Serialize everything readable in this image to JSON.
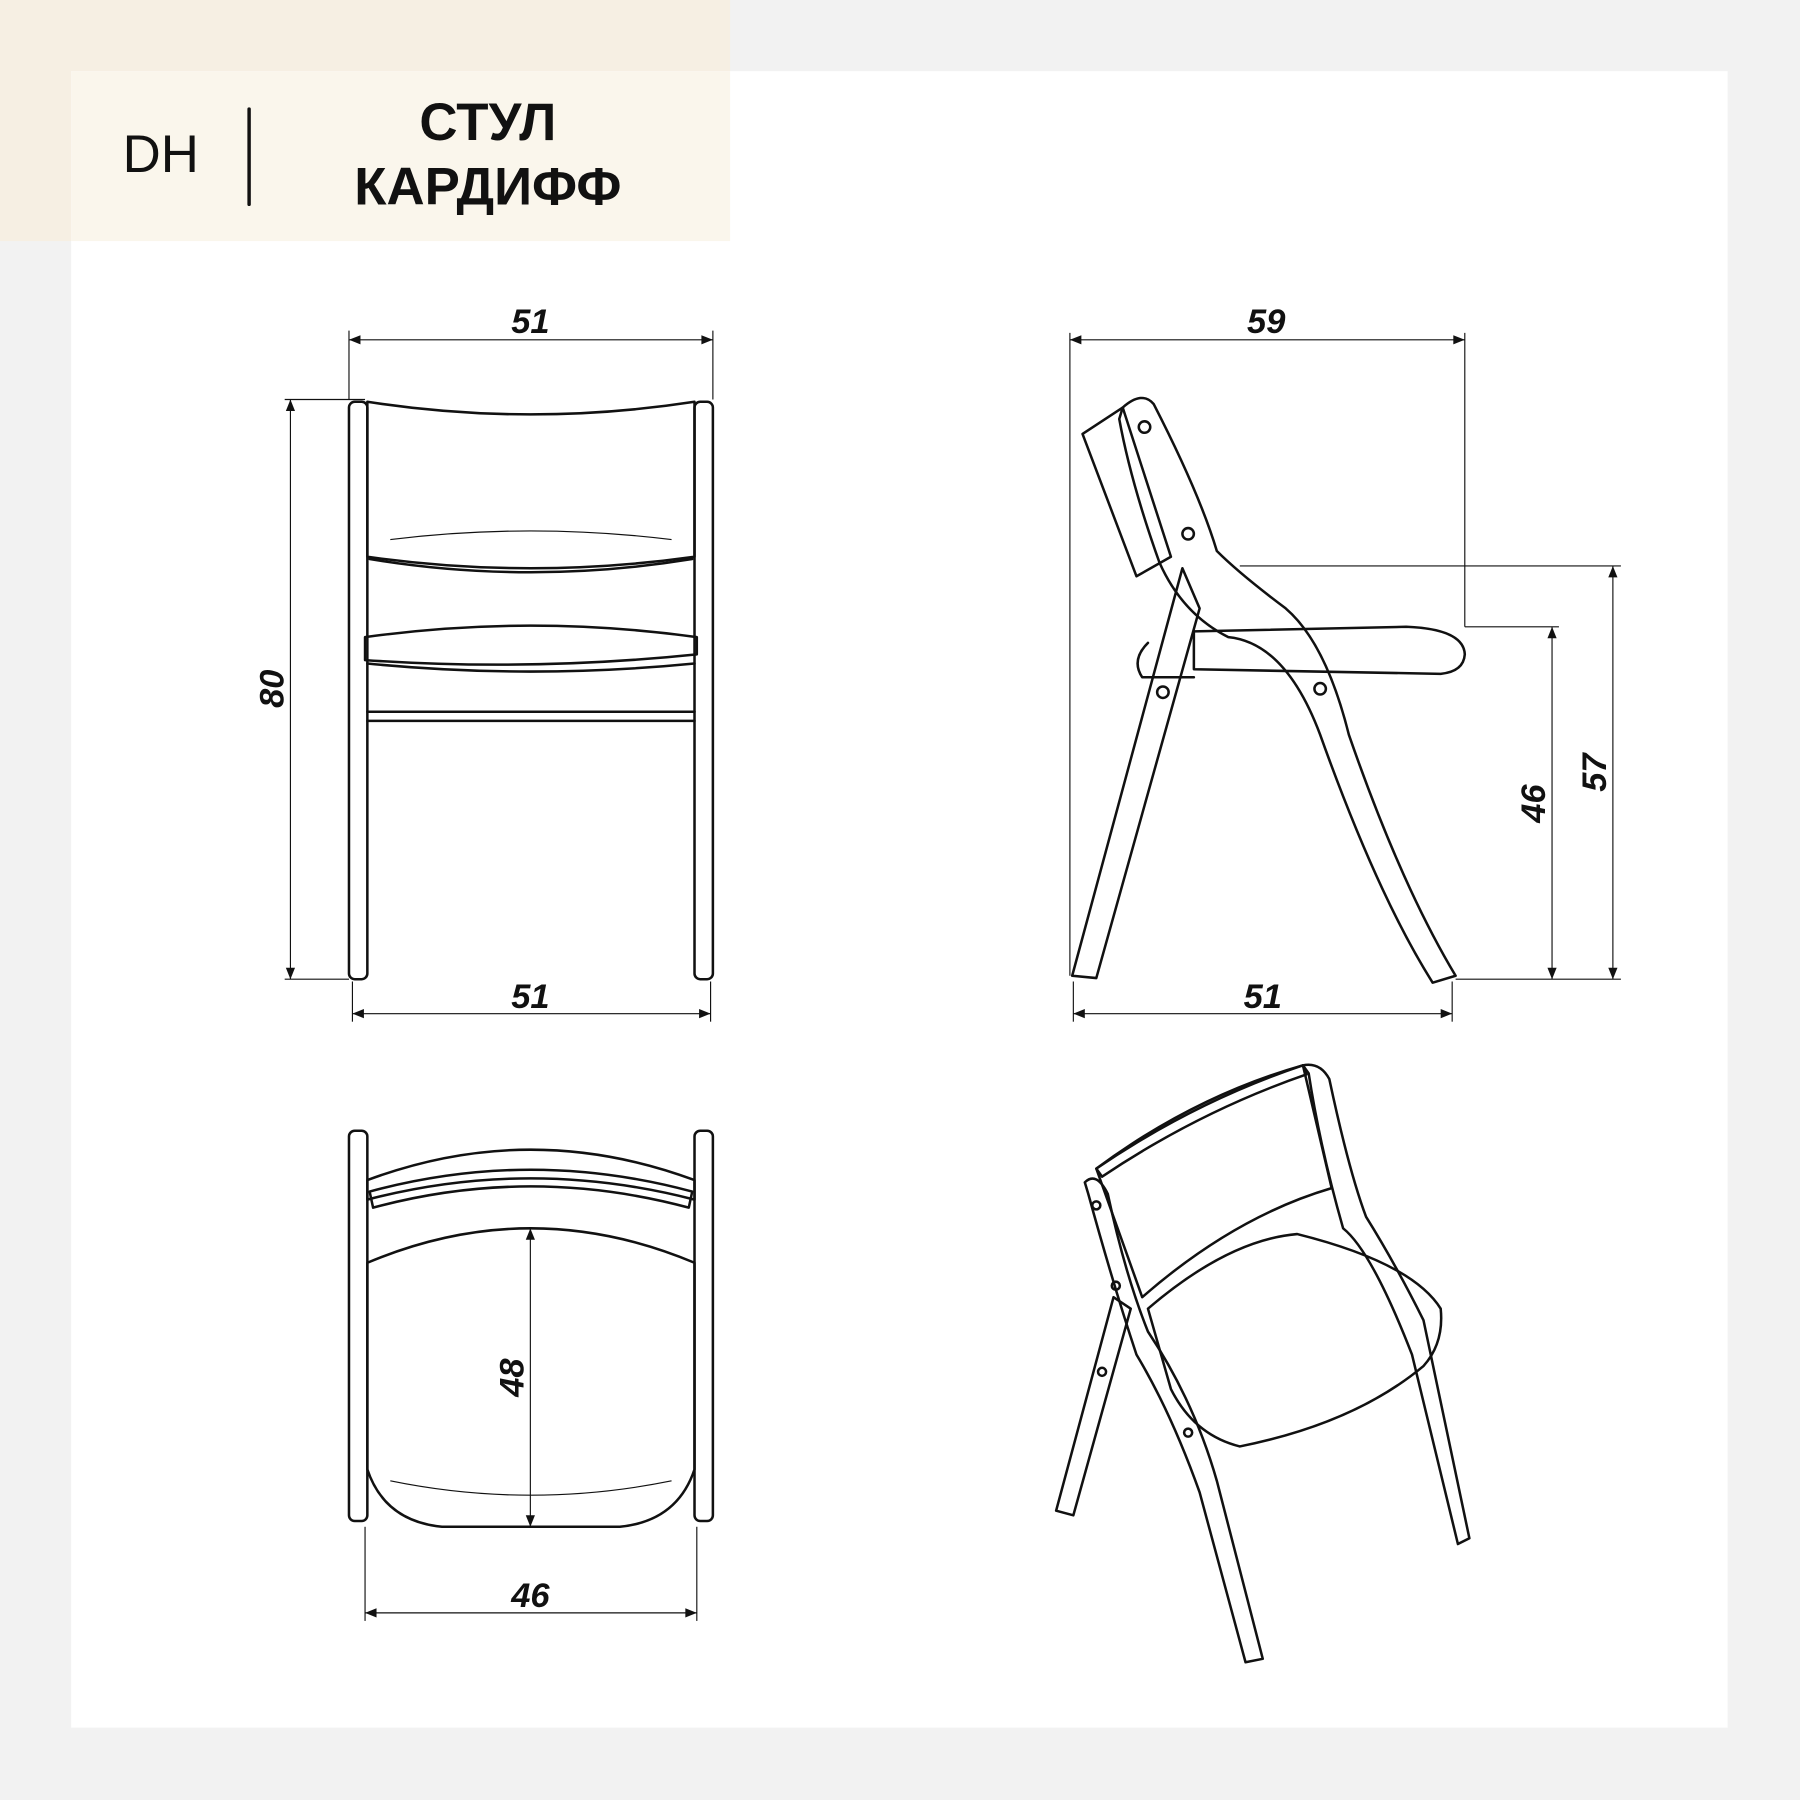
{
  "header": {
    "brand": "DH",
    "title_line1": "СТУЛ",
    "title_line2": "КАРДИФФ"
  },
  "views": {
    "front": {
      "width_top": "51",
      "height": "80",
      "width_bottom": "51"
    },
    "side": {
      "depth_top": "59",
      "depth_bottom": "51",
      "seat_height": "46",
      "armrest_height": "57"
    },
    "top": {
      "seat_depth": "48",
      "seat_width": "46"
    }
  },
  "colors": {
    "background": "#f2f2f2",
    "panel": "#ffffff",
    "header": "#faf6ec",
    "line": "#111111"
  }
}
